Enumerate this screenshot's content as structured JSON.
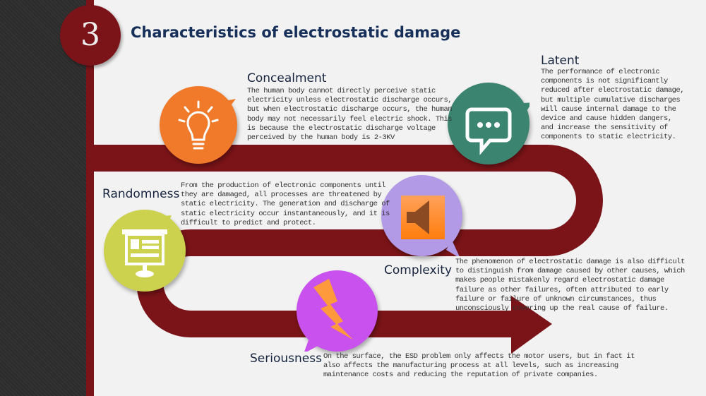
{
  "slide": {
    "number": "3",
    "title": "Characteristics of electrostatic damage"
  },
  "colors": {
    "ribbon": "#7a1418",
    "concealment": "#f07a2a",
    "latent": "#3a8470",
    "complexity": "#b39ae6",
    "randomness": "#cdd24e",
    "seriousness": "#c952ee"
  },
  "items": [
    {
      "icon": "lightbulb-icon",
      "heading": "Concealment",
      "text": "The human body cannot directly perceive static\nelectricity unless electrostatic discharge occurs,\nbut when electrostatic discharge occurs, the human\nbody may not necessarily feel electric shock. This\nis because the electrostatic discharge voltage\nperceived by the human body is 2-3KV"
    },
    {
      "icon": "chat-bubble-icon",
      "heading": "Latent",
      "text": "The performance of electronic\ncomponents is not significantly\nreduced after electrostatic damage,\nbut multiple cumulative discharges\nwill cause internal damage to the\ndevice and cause hidden dangers,\nand increase the sensitivity of\ncomponents to static electricity."
    },
    {
      "icon": "presentation-board-icon",
      "heading": "Randomness",
      "text": "From the production of electronic components until\nthey are damaged, all processes are threatened by\nstatic electricity. The generation and discharge of\nstatic electricity occur instantaneously, and it is\ndifficult to predict and protect."
    },
    {
      "icon": "speaker-icon",
      "heading": "Complexity",
      "text": "The phenomenon of electrostatic damage is also difficult\nto distinguish from damage caused by other causes, which\nmakes people mistakenly regard electrostatic damage\nfailure as other failures, often attributed to early\nfailure or failure of unknown circumstances, thus\nunconsciously covering up the real cause of failure."
    },
    {
      "icon": "lightning-icon",
      "heading": "Seriousness",
      "text": "On the surface, the ESD problem only affects the motor users, but in fact it\nalso affects the manufacturing process at all levels, such as increasing\nmaintenance costs and reducing the reputation of private companies."
    }
  ]
}
